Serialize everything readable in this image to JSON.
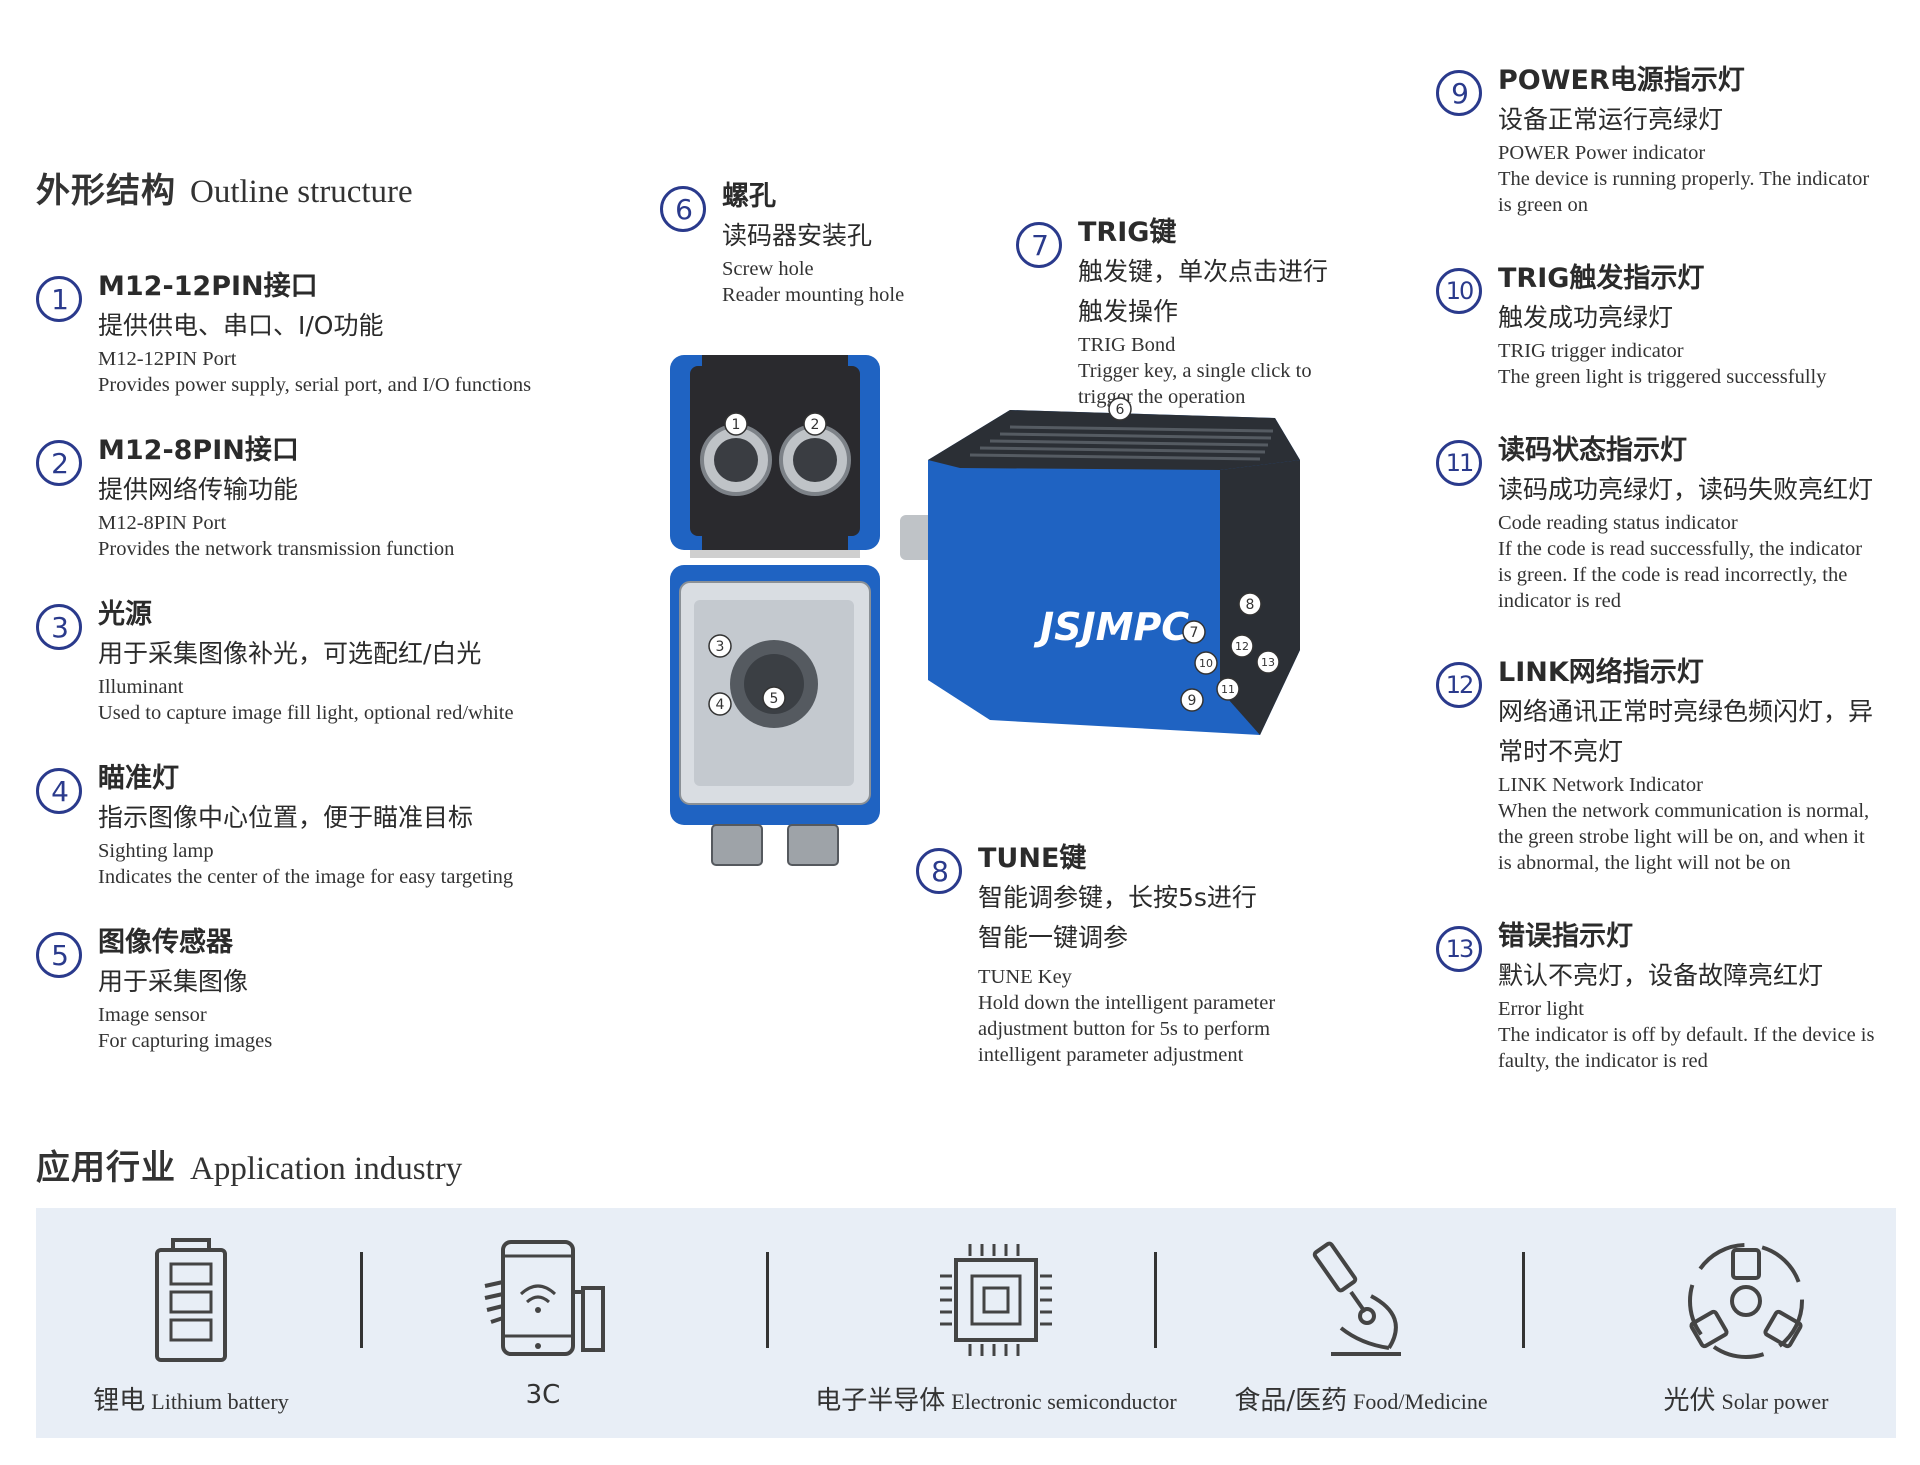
{
  "outline": {
    "title_zh": "外形结构",
    "title_en": "Outline structure"
  },
  "brand": "JSJMPC",
  "features": [
    {
      "num": "1",
      "title": "M12-12PIN接口",
      "zh": [
        "提供供电、串口、I/O功能"
      ],
      "en": [
        "M12-12PIN Port",
        "Provides power supply, serial port, and I/O functions"
      ]
    },
    {
      "num": "2",
      "title": "M12-8PIN接口",
      "zh": [
        "提供网络传输功能"
      ],
      "en": [
        "M12-8PIN Port",
        "Provides the network transmission function"
      ]
    },
    {
      "num": "3",
      "title": "光源",
      "zh": [
        "用于采集图像补光，可选配红/白光"
      ],
      "en": [
        "Illuminant",
        "Used to capture image fill light, optional red/white"
      ]
    },
    {
      "num": "4",
      "title": "瞄准灯",
      "zh": [
        "指示图像中心位置，便于瞄准目标"
      ],
      "en": [
        "Sighting lamp",
        "Indicates the center of the image for easy targeting"
      ]
    },
    {
      "num": "5",
      "title": "图像传感器",
      "zh": [
        "用于采集图像"
      ],
      "en": [
        "Image sensor",
        "For capturing images"
      ]
    },
    {
      "num": "6",
      "title": "螺孔",
      "zh": [
        "读码器安装孔"
      ],
      "en": [
        "Screw hole",
        "Reader mounting hole"
      ]
    },
    {
      "num": "7",
      "title": "TRIG键",
      "zh": [
        "触发键，单次点击进行",
        "触发操作"
      ],
      "en": [
        "TRIG Bond",
        "Trigger key, a single click to",
        "trigger the operation"
      ]
    },
    {
      "num": "8",
      "title": "TUNE键",
      "zh": [
        "智能调参键，长按5s进行",
        "智能一键调参"
      ],
      "en": [
        "TUNE Key",
        "Hold down the intelligent parameter",
        "adjustment button for 5s to perform",
        "intelligent parameter adjustment"
      ]
    },
    {
      "num": "9",
      "title": "POWER电源指示灯",
      "zh": [
        "设备正常运行亮绿灯"
      ],
      "en": [
        "POWER Power indicator",
        "The device is running properly. The indicator",
        "is green on"
      ]
    },
    {
      "num": "10",
      "title": "TRIG触发指示灯",
      "zh": [
        "触发成功亮绿灯"
      ],
      "en": [
        "TRIG trigger indicator",
        "The green light is triggered successfully"
      ]
    },
    {
      "num": "11",
      "title": "读码状态指示灯",
      "zh": [
        "读码成功亮绿灯，读码失败亮红灯"
      ],
      "en": [
        "Code reading status indicator",
        "If the code is read successfully, the indicator",
        "is green. If the code is read incorrectly, the",
        "indicator is red"
      ]
    },
    {
      "num": "12",
      "title": "LINK网络指示灯",
      "zh": [
        "网络通讯正常时亮绿色频闪灯，异",
        "常时不亮灯"
      ],
      "en": [
        "LINK Network Indicator",
        "When the network communication is normal,",
        "the green strobe light will be on, and when it",
        "is abnormal, the light will not be on"
      ]
    },
    {
      "num": "13",
      "title": "错误指示灯",
      "zh": [
        "默认不亮灯，设备故障亮红灯"
      ],
      "en": [
        "Error light",
        "The indicator is off by default. If the device is",
        "faulty, the indicator is red"
      ]
    }
  ],
  "applications": {
    "title_zh": "应用行业",
    "title_en": "Application industry",
    "items": [
      {
        "zh": "锂电",
        "en": "Lithium battery",
        "icon": "battery-icon"
      },
      {
        "zh": "3C",
        "en": "",
        "icon": "phone-hand-icon"
      },
      {
        "zh": "电子半导体",
        "en": "Electronic semiconductor",
        "icon": "chip-icon"
      },
      {
        "zh": "食品/医药",
        "en": "Food/Medicine",
        "icon": "microscope-icon"
      },
      {
        "zh": "光伏",
        "en": "Solar power",
        "icon": "solar-icon"
      }
    ]
  },
  "colors": {
    "accent": "#2a3a8c",
    "device_blue": "#1f63c2",
    "band": "#e8eef6"
  }
}
